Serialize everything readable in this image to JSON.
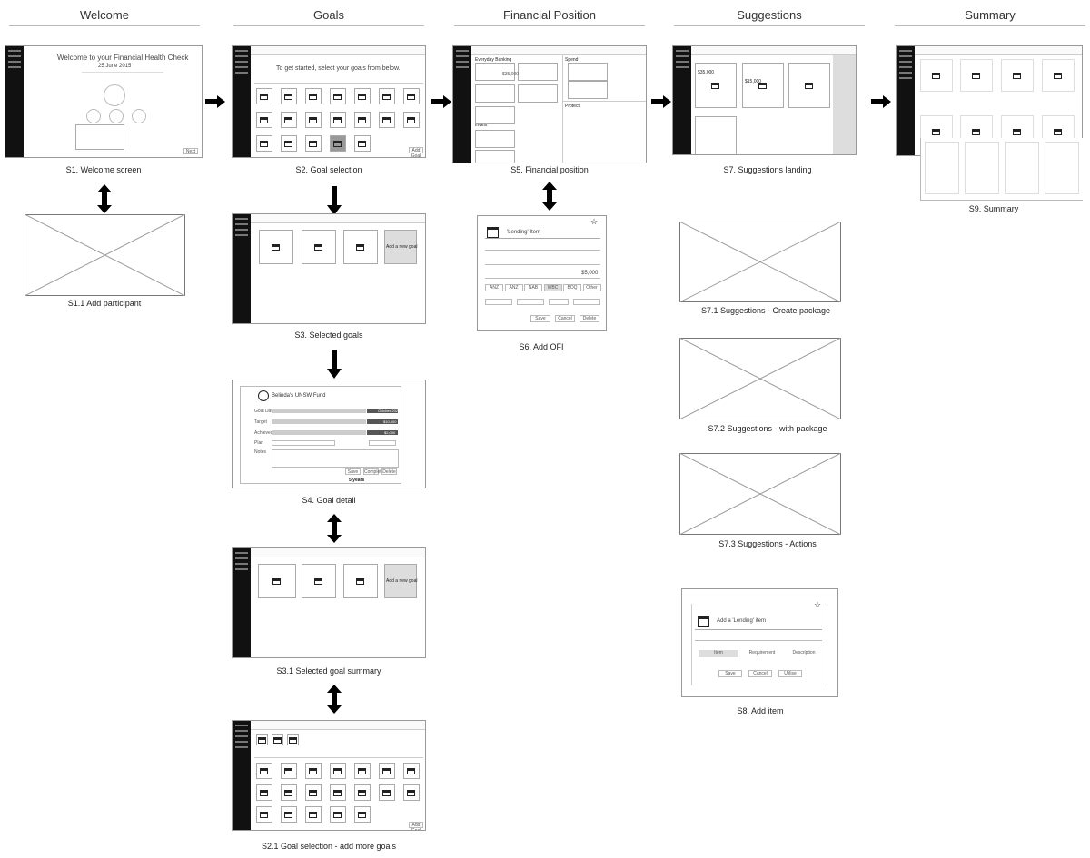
{
  "columns": [
    {
      "title": "Welcome"
    },
    {
      "title": "Goals"
    },
    {
      "title": "Financial Position"
    },
    {
      "title": "Suggestions"
    },
    {
      "title": "Summary"
    }
  ],
  "screens": {
    "s1": {
      "caption": "S1. Welcome screen",
      "heading": "Welcome to your Financial Health Check",
      "date": "25 June 2015",
      "button": "Next"
    },
    "s1_1": {
      "caption": "S1.1 Add participant"
    },
    "s2": {
      "caption": "S2. Goal selection",
      "heading": "To get started, select your goals from below.",
      "button": "Add Goal"
    },
    "s3": {
      "caption": "S3. Selected goals",
      "add_goal": "Add a new goal"
    },
    "s4": {
      "caption": "S4. Goal detail",
      "title": "Belinda's UNSW Fund",
      "rows": [
        "Goal Date",
        "Target",
        "Achieved"
      ],
      "values": [
        "October 2020",
        "$10,000",
        "$2,000"
      ],
      "labels": [
        "Plan",
        "Notes"
      ],
      "buttons": [
        "Save",
        "Complete",
        "Delete"
      ],
      "footer": "5 years"
    },
    "s3_1": {
      "caption": "S3.1 Selected goal summary",
      "add_goal": "Add a new goal"
    },
    "s2_1": {
      "caption": "S2.1 Goal selection - add more goals",
      "button": "Add Goal"
    },
    "s5": {
      "caption": "S5. Financial position",
      "sections": [
        "Everyday Banking",
        "Spend",
        "Invest",
        "Protect"
      ],
      "amount": "$35,000"
    },
    "s6": {
      "caption": "S6. Add OFI",
      "title": "'Lending' Item",
      "amount": "$5,000",
      "tabs": [
        "ANZ",
        "ANZ",
        "NAB",
        "WBC",
        "BOQ",
        "Other"
      ],
      "buttons": [
        "Save",
        "Cancel",
        "Delete"
      ]
    },
    "s7": {
      "caption": "S7. Suggestions landing",
      "amount": "$35,000",
      "amount2": "$15,000"
    },
    "s7_1": {
      "caption": "S7.1 Suggestions - Create package"
    },
    "s7_2": {
      "caption": "S7.2 Suggestions - with package"
    },
    "s7_3": {
      "caption": "S7.3 Suggestions - Actions"
    },
    "s8": {
      "caption": "S8. Add item",
      "title": "Add a 'Lending' item",
      "tabs": [
        "Item",
        "Requirement",
        "Description"
      ],
      "buttons": [
        "Save",
        "Cancel",
        "Utilise"
      ]
    },
    "s9": {
      "caption": "S9. Summary"
    }
  }
}
